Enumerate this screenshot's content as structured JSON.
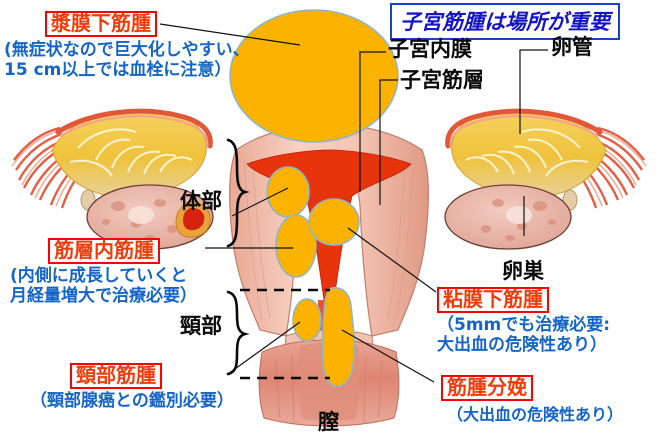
{
  "title": {
    "text": "子宮筋腫は場所が重要"
  },
  "callouts": [
    {
      "id": "subserosal",
      "name": "subserosal-fibroid",
      "title": "漿膜下筋腫",
      "caption_lines": [
        "(無症状なので巨大化しやすい、",
        "15 cm以上では血栓に注意）"
      ]
    },
    {
      "id": "intramural",
      "name": "intramural-fibroid",
      "title": "筋層内筋腫",
      "caption_lines": [
        "(内側に成長していくと",
        "月経量増大で治療必要）"
      ]
    },
    {
      "id": "cervical",
      "name": "cervical-fibroid",
      "title": "頸部筋腫",
      "caption_lines": [
        "（頸部腺癌との鑑別必要）"
      ]
    },
    {
      "id": "submucosal",
      "name": "submucosal-fibroid",
      "title": "粘膜下筋腫",
      "caption_lines": [
        "（5mmでも治療必要:",
        "大出血の危険性あり）"
      ]
    },
    {
      "id": "prolapsed",
      "name": "prolapsed-fibroid",
      "title": "筋腫分娩",
      "caption_lines": [
        "（大出血の危険性あり）"
      ]
    }
  ],
  "anatomy_labels": [
    {
      "id": "endometrium",
      "name": "endometrium-label",
      "text": "子宮内膜"
    },
    {
      "id": "myometrium",
      "name": "myometrium-label",
      "text": "子宮筋層"
    },
    {
      "id": "tube",
      "name": "fallopian-tube-label",
      "text": "卵管"
    },
    {
      "id": "ovary",
      "name": "ovary-label",
      "text": "卵巣"
    },
    {
      "id": "corpus",
      "name": "corpus-label",
      "text": "体部"
    },
    {
      "id": "cervix",
      "name": "cervix-label",
      "text": "頸部"
    },
    {
      "id": "vagina",
      "name": "vagina-label",
      "text": "膣"
    }
  ],
  "colors": {
    "fibroid_fill": "#fbb200",
    "fibroid_stroke": "#8fb6c8",
    "callout_border": "#ff0000",
    "callout_text": "#f03c0a",
    "caption_text": "#1565c8",
    "title_text": "#1414c8",
    "title_border": "#1a3fd0",
    "leader_line": "#111111",
    "endometrium_cavity": "#e8340c",
    "myometrium": "#f3bbab",
    "broad_ligament": "#f0c23c",
    "tube_red": "#e2563a",
    "ovary": "#edb9ac",
    "vagina": "#e39383"
  }
}
